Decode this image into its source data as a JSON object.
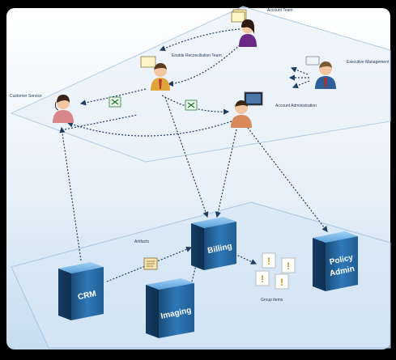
{
  "colors": {
    "frame": "#000000",
    "canvas_top": "#ffffff",
    "canvas_bottom": "#cfe2f2",
    "plane_stroke": "#9fc0dc",
    "server_dark": "#1b4a74",
    "server_mid": "#2f78b4",
    "server_light": "#6aaee6",
    "connector": "#1f3d60",
    "label": "#2a3d55"
  },
  "labels": {
    "account_team": "Account Team",
    "enable_reconciliation_team": "Enable Reconciliation Team",
    "executive_management": "Executive Management",
    "customer_service": "Customer Service",
    "account_administration": "Account Administration",
    "artifacts": "Artifacts",
    "group_items": "Group items"
  },
  "servers": {
    "billing": "Billing",
    "policy_admin_line1": "Policy",
    "policy_admin_line2": "Admin",
    "crm": "CRM",
    "imaging": "Imaging"
  },
  "icons": {
    "people": [
      "person-icon"
    ],
    "documents": [
      "spreadsheet-icon",
      "document-icon",
      "alert-document-icon"
    ]
  }
}
